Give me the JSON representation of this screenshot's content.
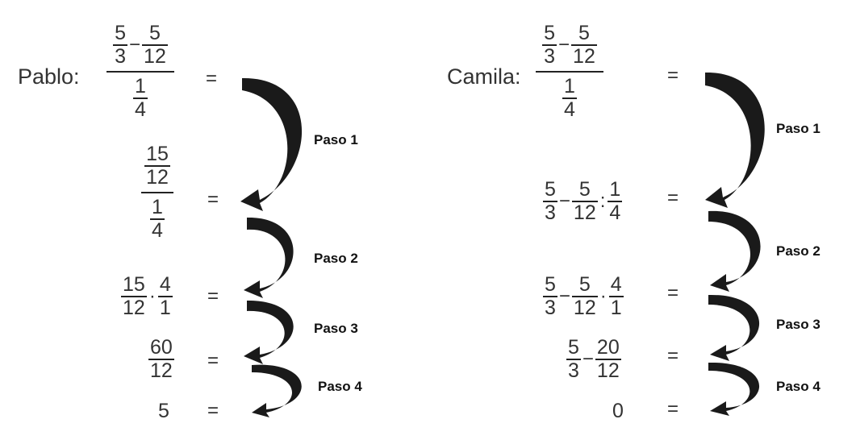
{
  "left": {
    "name": "Pablo:",
    "steps": [
      "Paso 1",
      "Paso 2",
      "Paso 3",
      "Paso 4"
    ],
    "eq": "=",
    "expr1": {
      "a_n": "5",
      "a_d": "3",
      "minus": "−",
      "b_n": "5",
      "b_d": "12",
      "den_n": "1",
      "den_d": "4"
    },
    "expr2": {
      "top_n": "15",
      "top_d": "12",
      "bot_n": "1",
      "bot_d": "4"
    },
    "expr3": {
      "a_n": "15",
      "a_d": "12",
      "op": "·",
      "b_n": "4",
      "b_d": "1"
    },
    "expr4": {
      "n": "60",
      "d": "12"
    },
    "expr5": "5"
  },
  "right": {
    "name": "Camila:",
    "steps": [
      "Paso 1",
      "Paso 2",
      "Paso 3",
      "Paso 4"
    ],
    "eq": "=",
    "expr1": {
      "a_n": "5",
      "a_d": "3",
      "minus": "−",
      "b_n": "5",
      "b_d": "12",
      "den_n": "1",
      "den_d": "4"
    },
    "expr2": {
      "a_n": "5",
      "a_d": "3",
      "minus": "−",
      "b_n": "5",
      "b_d": "12",
      "op": ":",
      "c_n": "1",
      "c_d": "4"
    },
    "expr3": {
      "a_n": "5",
      "a_d": "3",
      "minus": "−",
      "b_n": "5",
      "b_d": "12",
      "op": "·",
      "c_n": "4",
      "c_d": "1"
    },
    "expr4": {
      "a_n": "5",
      "a_d": "3",
      "minus": "−",
      "b_n": "20",
      "b_d": "12"
    },
    "expr5": "0"
  }
}
